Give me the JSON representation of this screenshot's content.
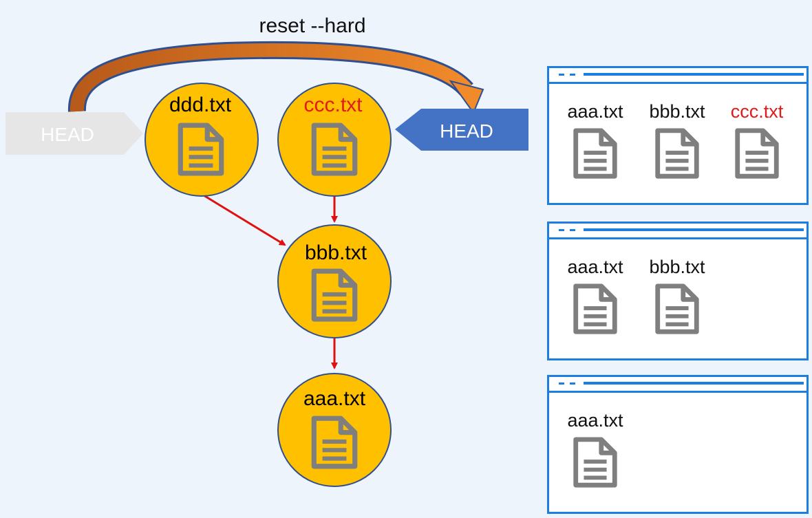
{
  "title": "reset --hard",
  "head_labels": {
    "old": "HEAD",
    "new": "HEAD"
  },
  "commits": [
    {
      "id": "ddd",
      "label": "ddd.txt",
      "color": "#000000"
    },
    {
      "id": "ccc",
      "label": "ccc.txt",
      "color": "#e21b1b"
    },
    {
      "id": "bbb",
      "label": "bbb.txt",
      "color": "#000000"
    },
    {
      "id": "aaa",
      "label": "aaa.txt",
      "color": "#000000"
    }
  ],
  "windows": [
    {
      "files": [
        {
          "label": "aaa.txt",
          "highlight": false
        },
        {
          "label": "bbb.txt",
          "highlight": false
        },
        {
          "label": "ccc.txt",
          "highlight": true
        }
      ]
    },
    {
      "files": [
        {
          "label": "aaa.txt",
          "highlight": false
        },
        {
          "label": "bbb.txt",
          "highlight": false
        }
      ]
    },
    {
      "files": [
        {
          "label": "aaa.txt",
          "highlight": false
        }
      ]
    }
  ],
  "colors": {
    "background": "#eef4fc",
    "commit_fill": "#ffc000",
    "commit_stroke": "#2f4f8f",
    "edge": "#e01010",
    "head_new": "#4472c4",
    "head_old": "#e6e6e6",
    "window_border": "#1e7ee0",
    "icon": "#7f7f7f",
    "highlight_text": "#e21b1b"
  }
}
